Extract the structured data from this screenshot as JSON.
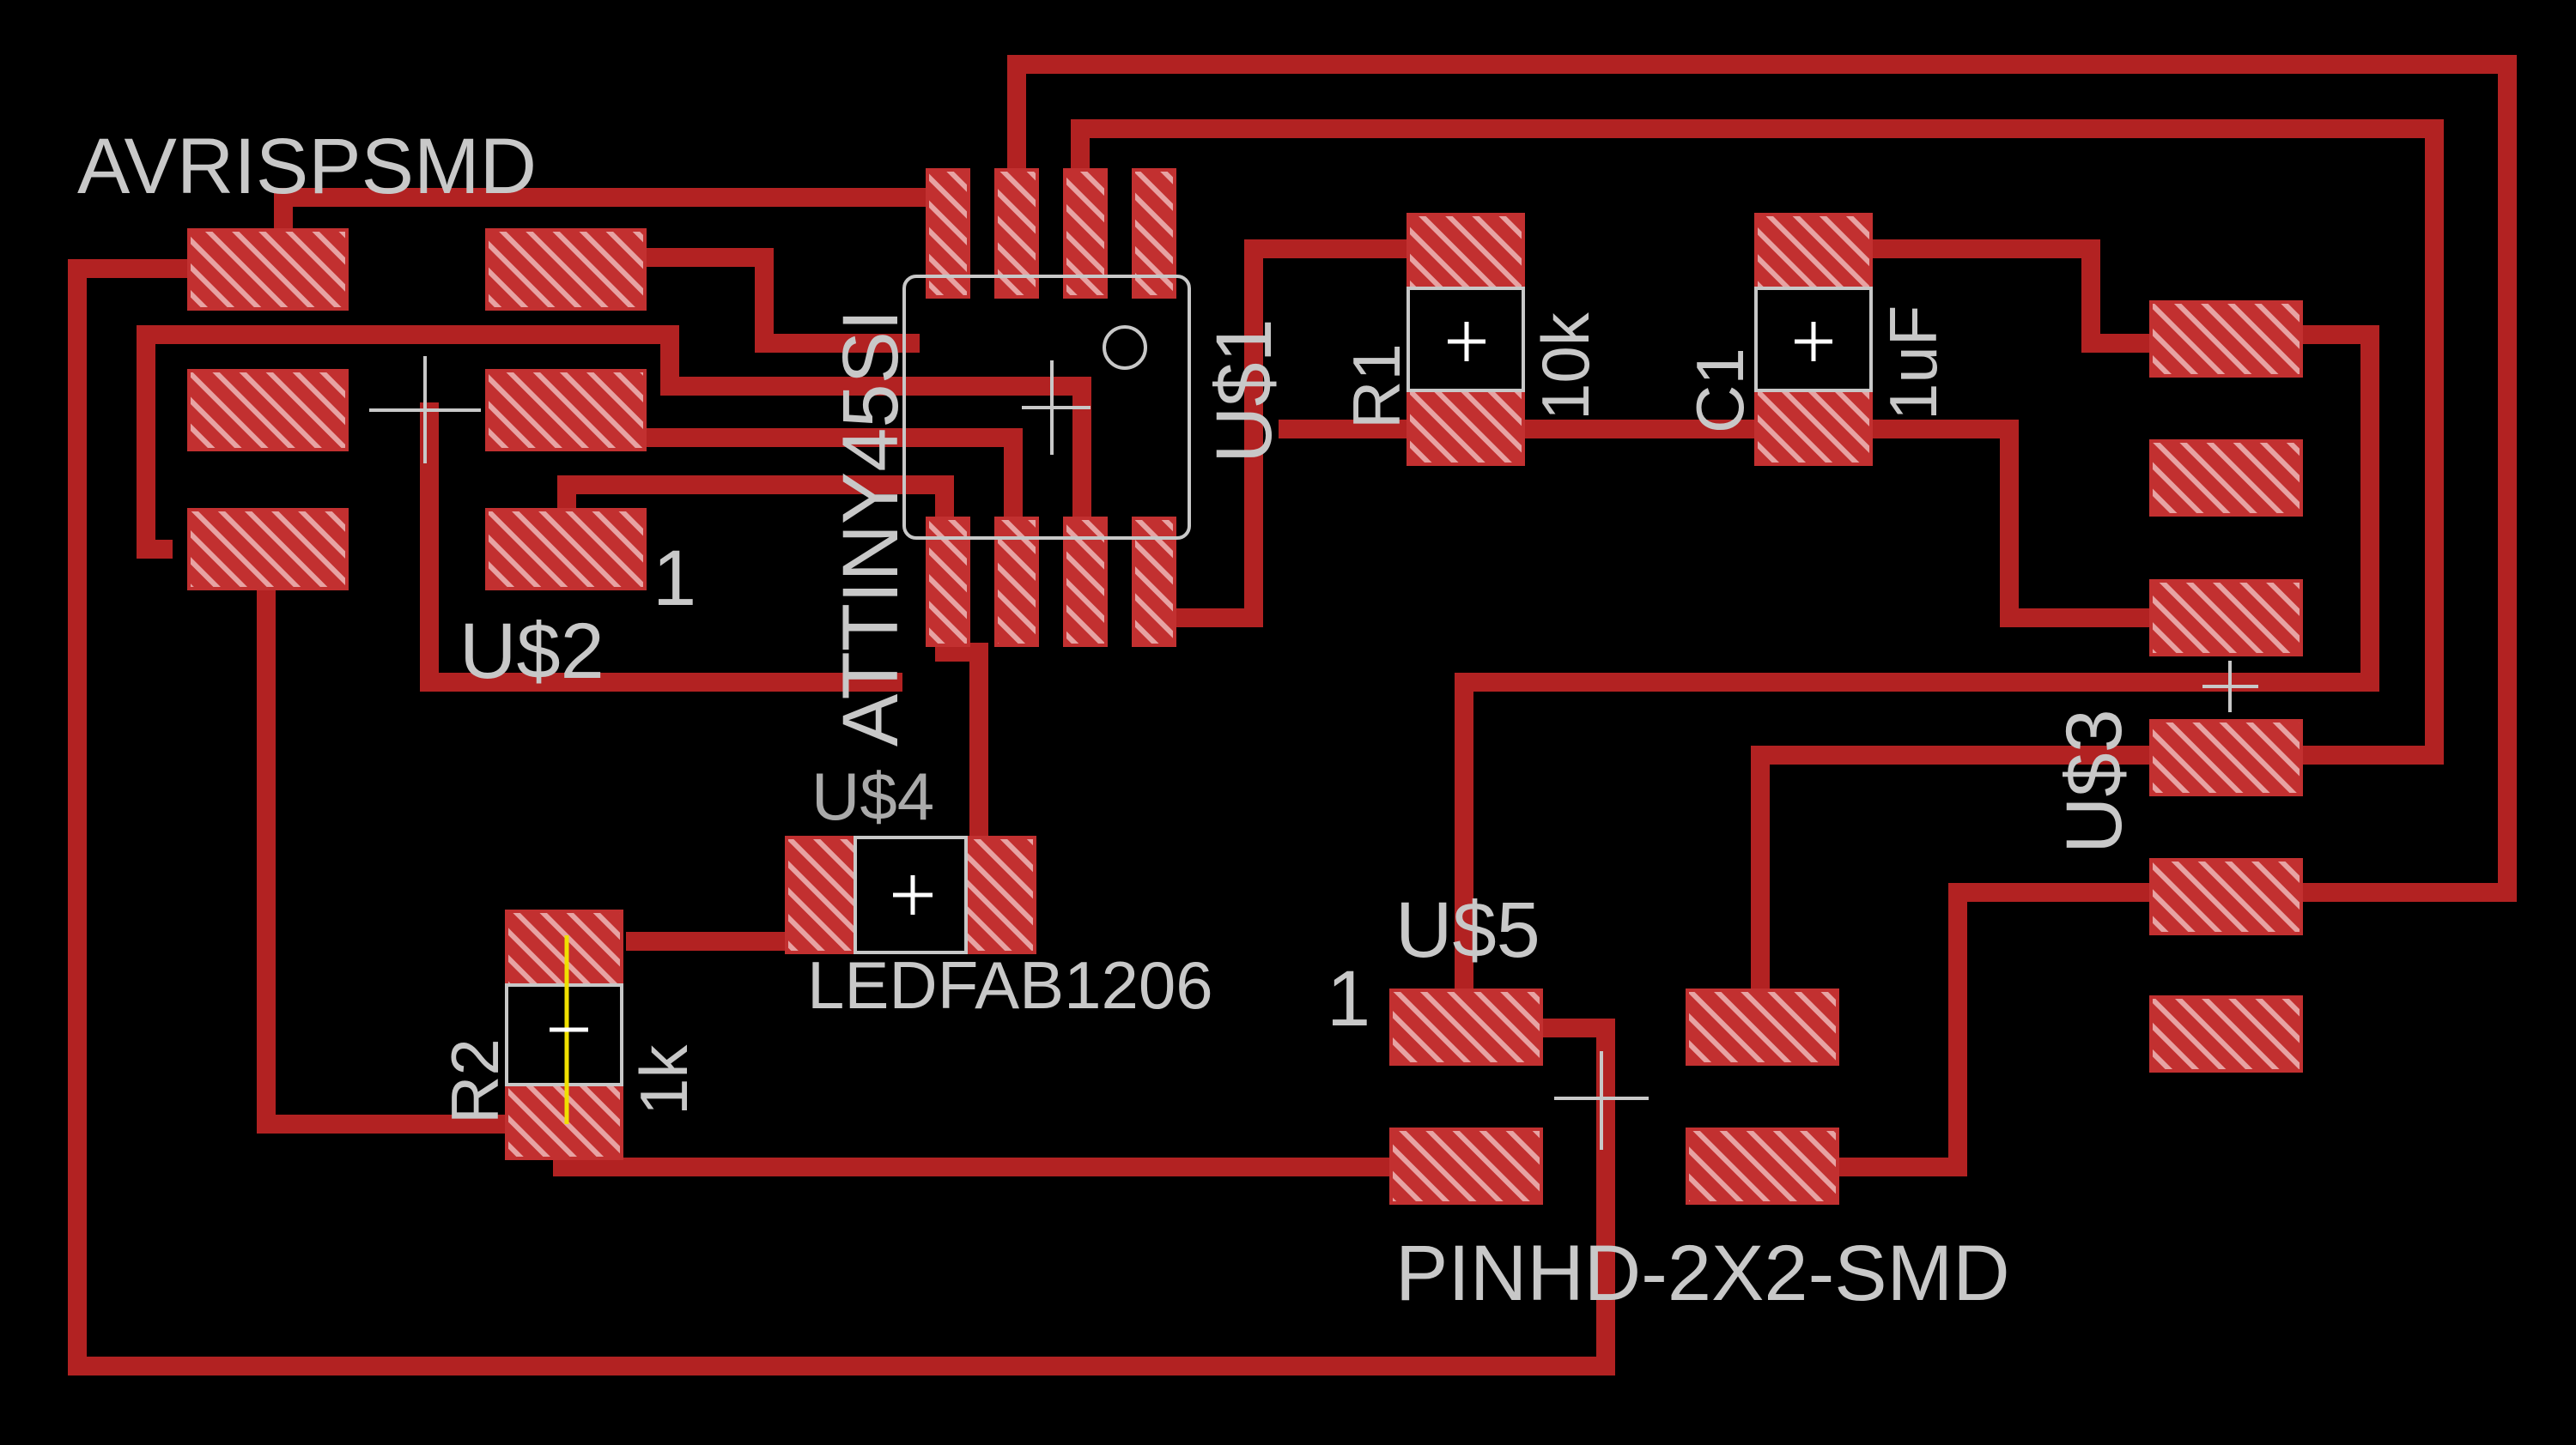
{
  "colors": {
    "background": "#000000",
    "trace": "#b22222",
    "pad": "#c23030",
    "pad_hatch": "#e8a0a0",
    "silkscreen": "#c8c8c8",
    "highlight": "#f0e000"
  },
  "components": {
    "avr_isp": {
      "name": "AVRISPSMD",
      "pin1": "1",
      "ref": "U$2"
    },
    "mcu": {
      "name": "ATTINY45SI",
      "ref": "U$1"
    },
    "r1": {
      "ref": "R1",
      "value": "10k"
    },
    "c1": {
      "ref": "C1",
      "value": "1uF"
    },
    "led": {
      "ref": "U$4",
      "name": "LEDFAB1206"
    },
    "r2": {
      "ref": "R2",
      "value": "1k"
    },
    "header2x2": {
      "ref": "U$5",
      "pin1": "1",
      "name": "PINHD-2X2-SMD"
    },
    "header6": {
      "ref": "U$3"
    }
  }
}
